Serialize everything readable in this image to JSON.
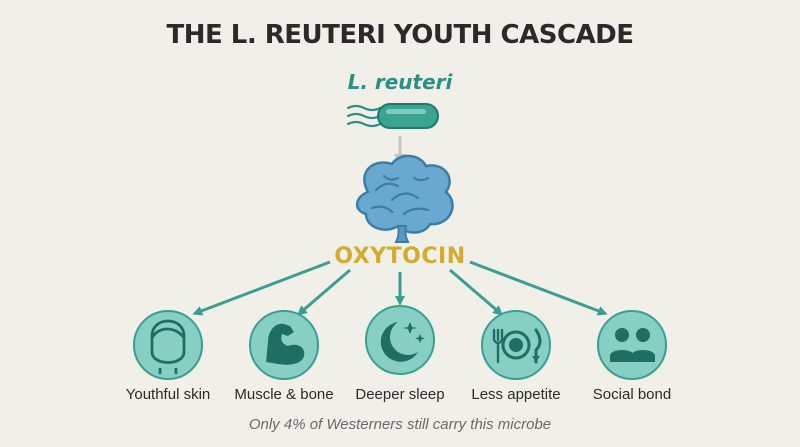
{
  "title": "THE L. REUTERI YOUTH CASCADE",
  "source": {
    "label": "L. reuteri",
    "icon": "bacterium-icon"
  },
  "hub": {
    "label": "OXYTOCIN",
    "icon": "brain-icon"
  },
  "effects": [
    {
      "label": "Youthful skin",
      "icon": "face-icon"
    },
    {
      "label": "Muscle & bone",
      "icon": "flexed-arm-icon"
    },
    {
      "label": "Deeper sleep",
      "icon": "moon-stars-icon"
    },
    {
      "label": "Less appetite",
      "icon": "plate-utensils-icon"
    },
    {
      "label": "Social bond",
      "icon": "people-icon"
    }
  ],
  "footnote": "Only 4% of Westerners still carry this microbe",
  "colors": {
    "background": "#f1f0e8",
    "teal": "#3a9e92",
    "circle": "#88cfc3",
    "gold": "#d2ac2f",
    "brain": "#6aa9cf",
    "arrow_gray": "#c4c4c0"
  }
}
